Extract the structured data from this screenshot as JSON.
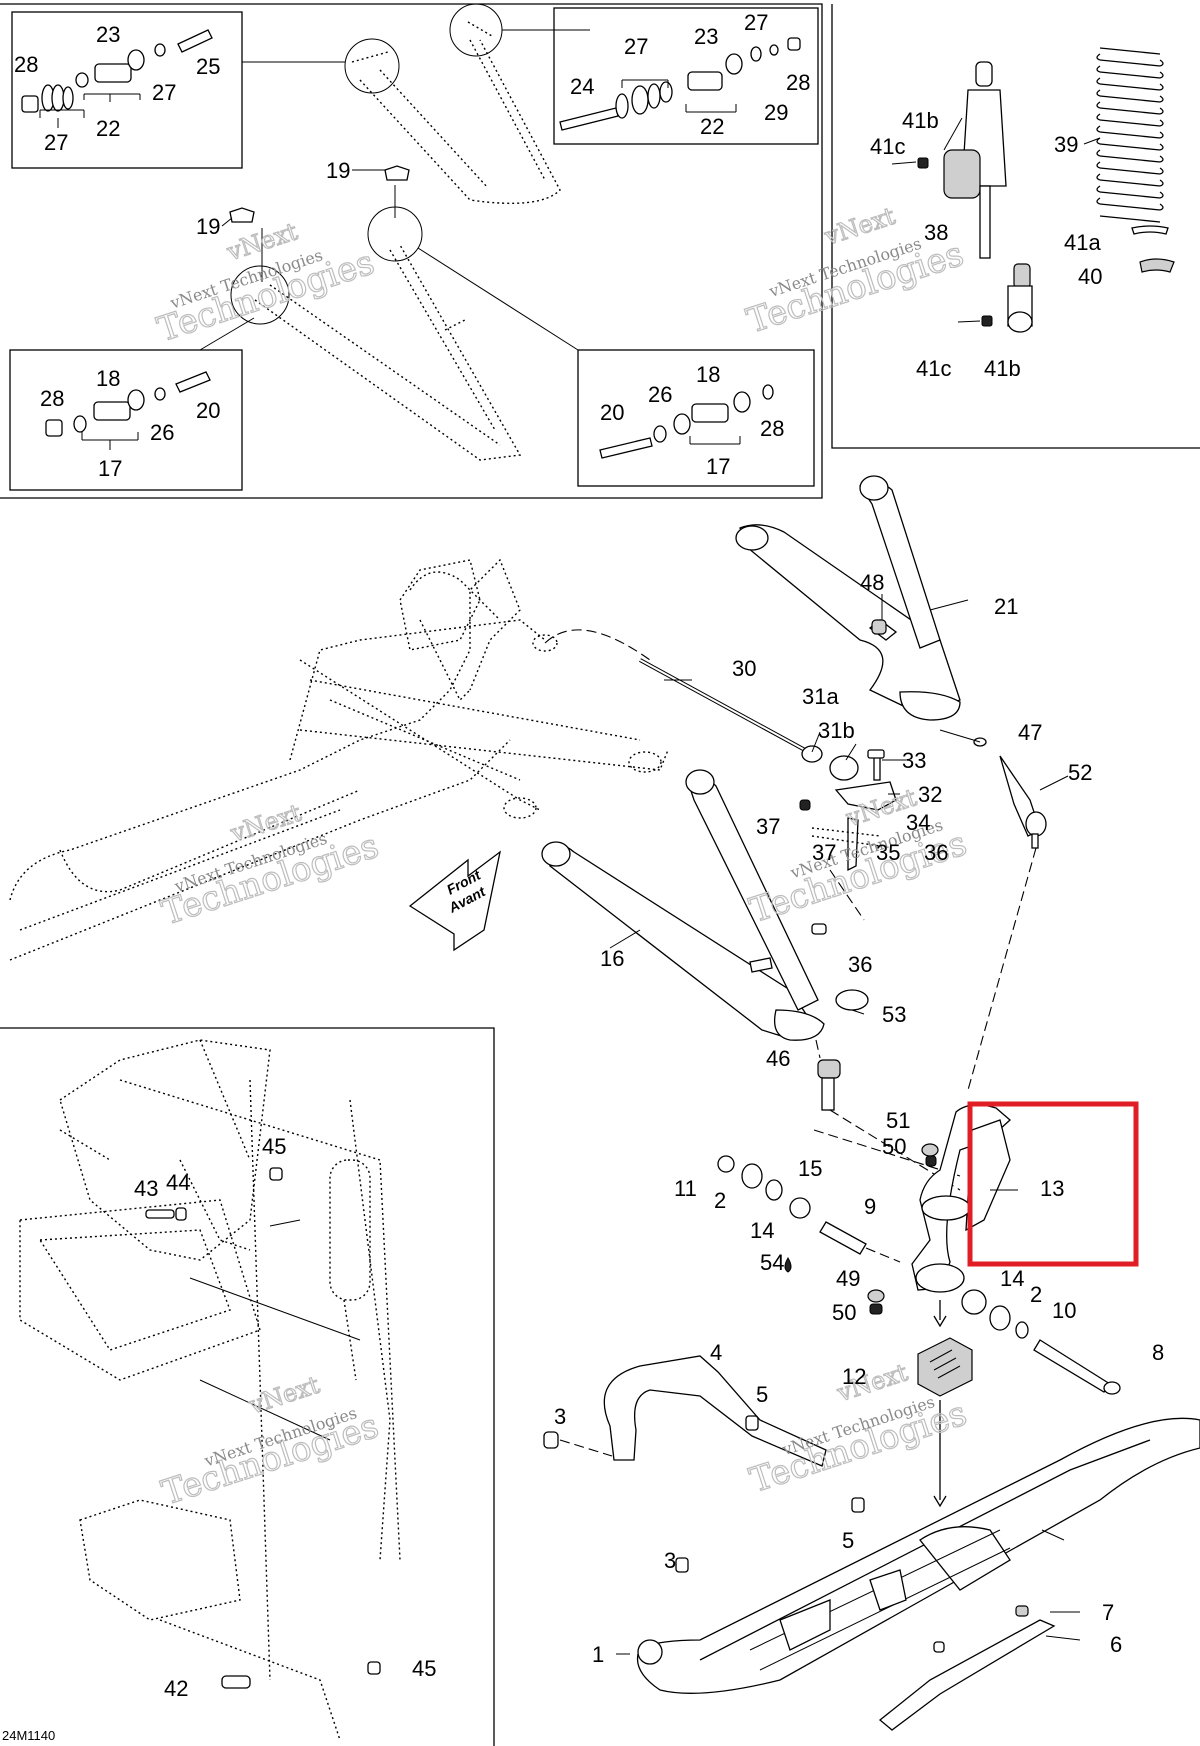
{
  "callouts": {
    "c1": "1",
    "c2a": "2",
    "c2b": "2",
    "c3a": "3",
    "c3b": "3",
    "c4": "4",
    "c5a": "5",
    "c5b": "5",
    "c6": "6",
    "c7": "7",
    "c8": "8",
    "c9": "9",
    "c10": "10",
    "c11": "11",
    "c12": "12",
    "c13": "13",
    "c14a": "14",
    "c14b": "14",
    "c15": "15",
    "c16": "16",
    "c17a": "17",
    "c17b": "17",
    "c18a": "18",
    "c18b": "18",
    "c19a": "19",
    "c19b": "19",
    "c20a": "20",
    "c20b": "20",
    "c21": "21",
    "c22a": "22",
    "c22b": "22",
    "c23a": "23",
    "c23b": "23",
    "c24": "24",
    "c25": "25",
    "c26a": "26",
    "c26b": "26",
    "c27a": "27",
    "c27b": "27",
    "c27c": "27",
    "c27d": "27",
    "c28a": "28",
    "c28b": "28",
    "c28c": "28",
    "c28d": "28",
    "c29": "29",
    "c30": "30",
    "c31a": "31a",
    "c31b": "31b",
    "c32": "32",
    "c33": "33",
    "c34": "34",
    "c35": "35",
    "c36a": "36",
    "c36b": "36",
    "c37a": "37",
    "c37b": "37",
    "c38": "38",
    "c39": "39",
    "c40": "40",
    "c41a": "41a",
    "c41b1": "41b",
    "c41b2": "41b",
    "c41c1": "41c",
    "c41c2": "41c",
    "c42": "42",
    "c43": "43",
    "c44": "44",
    "c45a": "45",
    "c45b": "45",
    "c46": "46",
    "c47": "47",
    "c48": "48",
    "c49": "49",
    "c50a": "50",
    "c50b": "50",
    "c51": "51",
    "c52": "52",
    "c53": "53",
    "c54": "54"
  },
  "front_arrow": {
    "line1": "Front",
    "line2": "Avant"
  },
  "watermark": {
    "line1": "vNext Technologies",
    "line2": "Technologies"
  },
  "watermark_small": "vNext",
  "drawing_code": "24M1140",
  "highlight_color": "#e11d26"
}
